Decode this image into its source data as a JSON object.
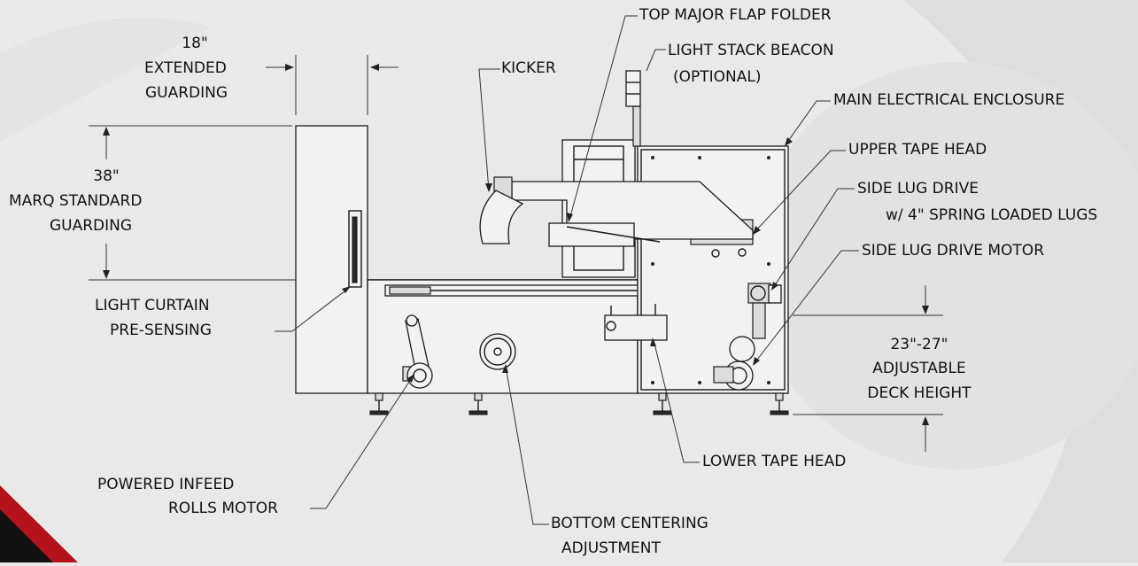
{
  "labels": {
    "extended_guarding_1": "18\"",
    "extended_guarding_2": "EXTENDED",
    "extended_guarding_3": "GUARDING",
    "standard_guarding_1": "38\"",
    "standard_guarding_2": "MARQ STANDARD",
    "standard_guarding_3": "GUARDING",
    "kicker": "KICKER",
    "top_flap_folder": "TOP MAJOR FLAP FOLDER",
    "light_stack_1": "LIGHT STACK BEACON",
    "light_stack_2": "(OPTIONAL)",
    "main_enclosure": "MAIN ELECTRICAL ENCLOSURE",
    "upper_tape_head": "UPPER TAPE HEAD",
    "side_lug_drive_1": "SIDE LUG DRIVE",
    "side_lug_drive_2": "w/ 4\" SPRING LOADED LUGS",
    "side_lug_motor": "SIDE LUG DRIVE MOTOR",
    "light_curtain_1": "LIGHT CURTAIN",
    "light_curtain_2": "PRE-SENSING",
    "deck_height_1": "23\"-27\"",
    "deck_height_2": "ADJUSTABLE",
    "deck_height_3": "DECK HEIGHT",
    "powered_infeed_1": "POWERED INFEED",
    "powered_infeed_2": "ROLLS MOTOR",
    "lower_tape_head": "LOWER TAPE HEAD",
    "bottom_centering_1": "BOTTOM CENTERING",
    "bottom_centering_2": "ADJUSTMENT"
  },
  "colors": {
    "background": "#e9e9e9",
    "background_shape": "#dcdcdc",
    "line": "#1a1a1a",
    "corner_accent_red": "#b3121b",
    "corner_accent_black": "#111111"
  }
}
